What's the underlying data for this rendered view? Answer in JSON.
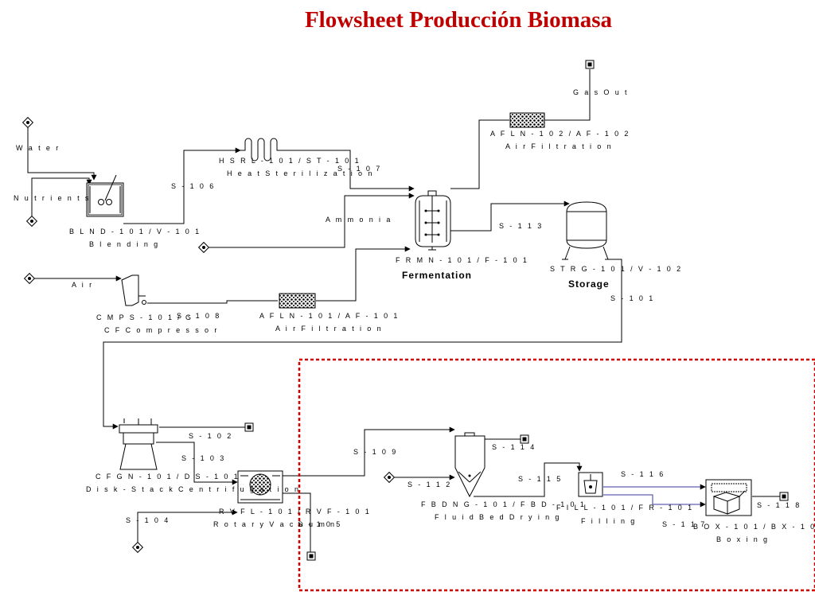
{
  "title": "Flowsheet Producción Biomasa",
  "units": {
    "blend_id": "B L N D - 1 0 1  /  V - 1 0 1",
    "blend_name": "B l e n d i n g",
    "hsterl_id": "H S R L - 1 0 1  /  S T - 1 0 1",
    "hsterl_name": "H e a t  S t e r i l i z a t i o n",
    "af2_id": "A F L N - 1 0 2  /  A F - 1 0 2",
    "af2_name": "A i r  F i l t r a t i o n",
    "ferm_id": "F R M N - 1 0 1  /  F - 1 0 1",
    "ferm_name": "Fermentation",
    "storage_id": "S T R G - 1 0 1  /  V - 1 0 2",
    "storage_name": "Storage",
    "comp_id": "C M P S - 1 0 1  /  G",
    "comp_name": "C F  C o m p r e s s o r",
    "af1_id": "A F L N - 1 0 1  /  A F - 1 0 1",
    "af1_name": "A i r  F i l t r a t i o n",
    "cent_id": "C F G N - 1 0 1  /  D S - 1 0 1",
    "cent_name": "D i s k - S t a c k  C e n t r i f u g a t i o n",
    "rvf_id": "R V F L - 1 0 1  /  R V F - 1 0 1",
    "rvf_name": "R o t a r y  V a c u u m",
    "rvf_name_tail": "n",
    "fbd_id": "F B D N G - 1 0 1  /  F B D - 1 0 1",
    "fbd_name": "F l u i d  B e d  D r y i n g",
    "fill_id": "F I L L - 1 0 1  /  F R - 1 0 1",
    "fill_name": "F i l l i n g",
    "box_id": "B O X - 1 0 1  /  B X - 1 0 1",
    "box_name": "B o x i n g"
  },
  "streams": {
    "water": "W a t e r",
    "nutrients": "N u t r i e n t s",
    "air": "A i r",
    "ammonia": "A m m o n i a",
    "gas_out": "G a s  O u t",
    "s101": "S - 1 0 1",
    "s102": "S - 1 0 2",
    "s103": "S - 1 0 3",
    "s104": "S - 1 0 4",
    "s105": "S - 1 0 5",
    "s106": "S - 1 0 6",
    "s107": "S - 1 0 7",
    "s108": "S - 1 0 8",
    "s109": "S - 1 0 9",
    "s112": "S - 1 1 2",
    "s113": "S - 1 1 3",
    "s114": "S - 1 1 4",
    "s115": "S - 1 1 5",
    "s116": "S - 1 1 6",
    "s117": "S - 1 1 7",
    "s118": "S - 1 1 8"
  },
  "icons": [
    "source-node-icon",
    "product-node-icon",
    "mixing-tank-icon",
    "heat-exchanger-icon",
    "air-filter-icon",
    "fermenter-icon",
    "storage-tank-icon",
    "compressor-icon",
    "centrifuge-icon",
    "rotary-vacuum-filter-icon",
    "fluid-bed-dryer-icon",
    "filling-icon",
    "boxing-icon"
  ],
  "colors": {
    "title": "#c00000",
    "selection": "#d40000",
    "line": "#000000",
    "blue_stream": "#3a3aa0"
  }
}
